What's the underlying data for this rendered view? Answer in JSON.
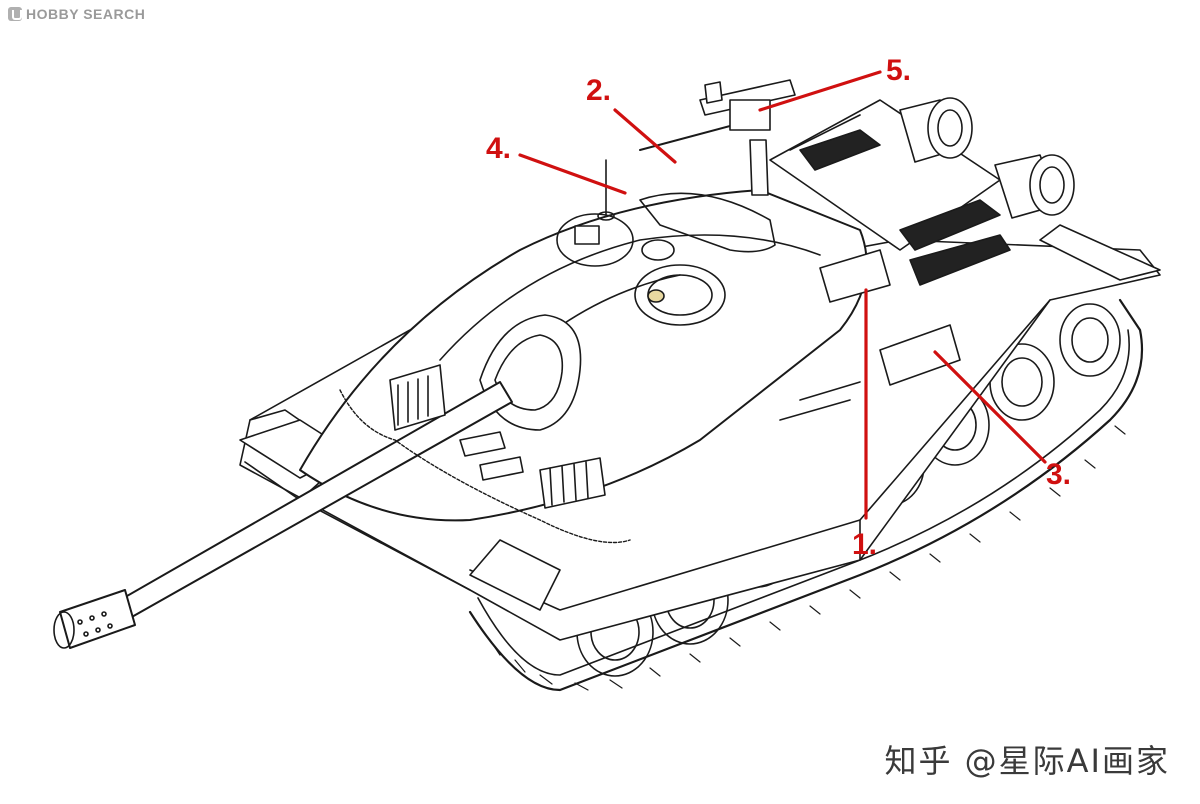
{
  "brand": {
    "text": "HOBBY SEARCH",
    "icon": "hobby-search-logo-icon"
  },
  "callouts": [
    {
      "id": "1",
      "label": "1."
    },
    {
      "id": "2",
      "label": "2."
    },
    {
      "id": "3",
      "label": "3."
    },
    {
      "id": "4",
      "label": "4."
    },
    {
      "id": "5",
      "label": "5."
    }
  ],
  "watermark": {
    "text": "知乎 @星际AI画家"
  },
  "colors": {
    "callout": "#d01010",
    "line_art": "#1a1a1a",
    "background": "#ffffff"
  }
}
